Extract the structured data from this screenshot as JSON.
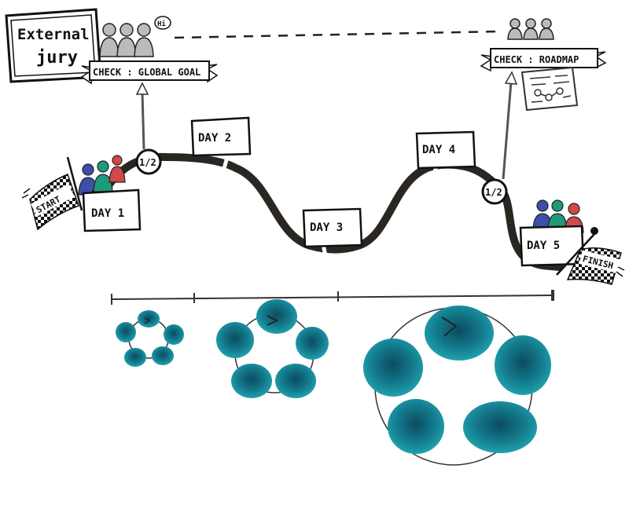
{
  "jury": {
    "title_line1": "External",
    "title_line2": "jury",
    "greeting": "Hi",
    "check_left": "CHECK : GLOBAL GOAL",
    "check_right": "CHECK : ROADMAP"
  },
  "path": {
    "start": "START",
    "finish": "FINISH",
    "days": [
      "DAY 1",
      "DAY 2",
      "DAY 3",
      "DAY 4",
      "DAY 5"
    ],
    "reviews": [
      "1/2",
      "1/2"
    ]
  },
  "colors": {
    "ink": "#111111",
    "road": "#2a2622",
    "teal": "#1aa3ae",
    "teal_dark": "#0a4f63",
    "grey_person": "#b9bcbc",
    "person_blue": "#3d4fa8",
    "person_green": "#1f9a7a",
    "person_red": "#d04848"
  },
  "icons": [
    "team-icon",
    "jury-people-icon",
    "roadmap-document-icon",
    "checkered-flag-icon",
    "growth-cycle-icon"
  ]
}
